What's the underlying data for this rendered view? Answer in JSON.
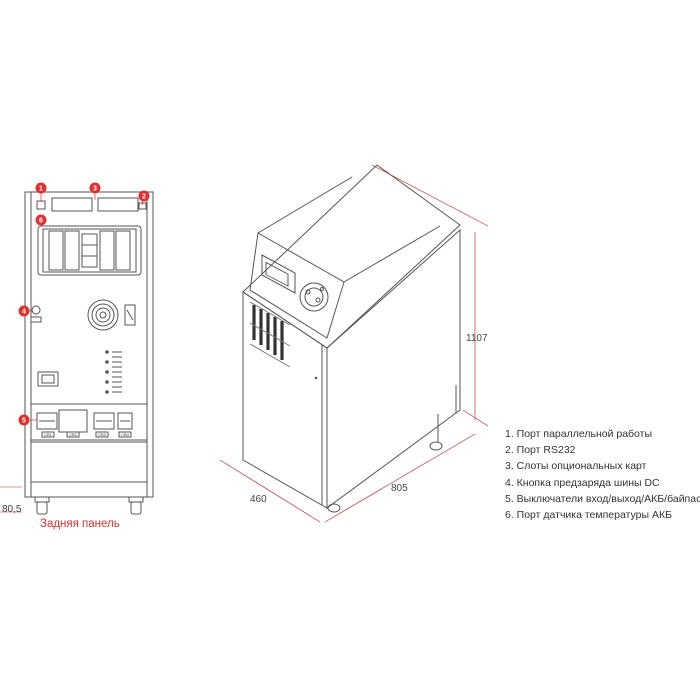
{
  "rear_panel": {
    "caption": "Задняя панель",
    "height_dim": "80,5",
    "callouts": [
      {
        "id": "1",
        "label": "1"
      },
      {
        "id": "2",
        "label": "2"
      },
      {
        "id": "3",
        "label": "3"
      },
      {
        "id": "4",
        "label": "4"
      },
      {
        "id": "5",
        "label": "5"
      },
      {
        "id": "6",
        "label": "6"
      }
    ],
    "switch_labels": [
      "CB1",
      "CB2",
      "CB3",
      "CB4"
    ]
  },
  "iso_view": {
    "dims": {
      "height": "1107",
      "depth": "805",
      "width": "460"
    }
  },
  "legend": [
    "1. Порт параллельной работы",
    "2. Порт RS232",
    "3. Слоты опциональных карт",
    "4. Кнопка предзаряда шины DC",
    "5. Выключатели вход/выход/АКБ/байпас",
    "6. Порт датчика температуры АКБ"
  ],
  "colors": {
    "accent": "#e03030",
    "line": "#555555"
  }
}
